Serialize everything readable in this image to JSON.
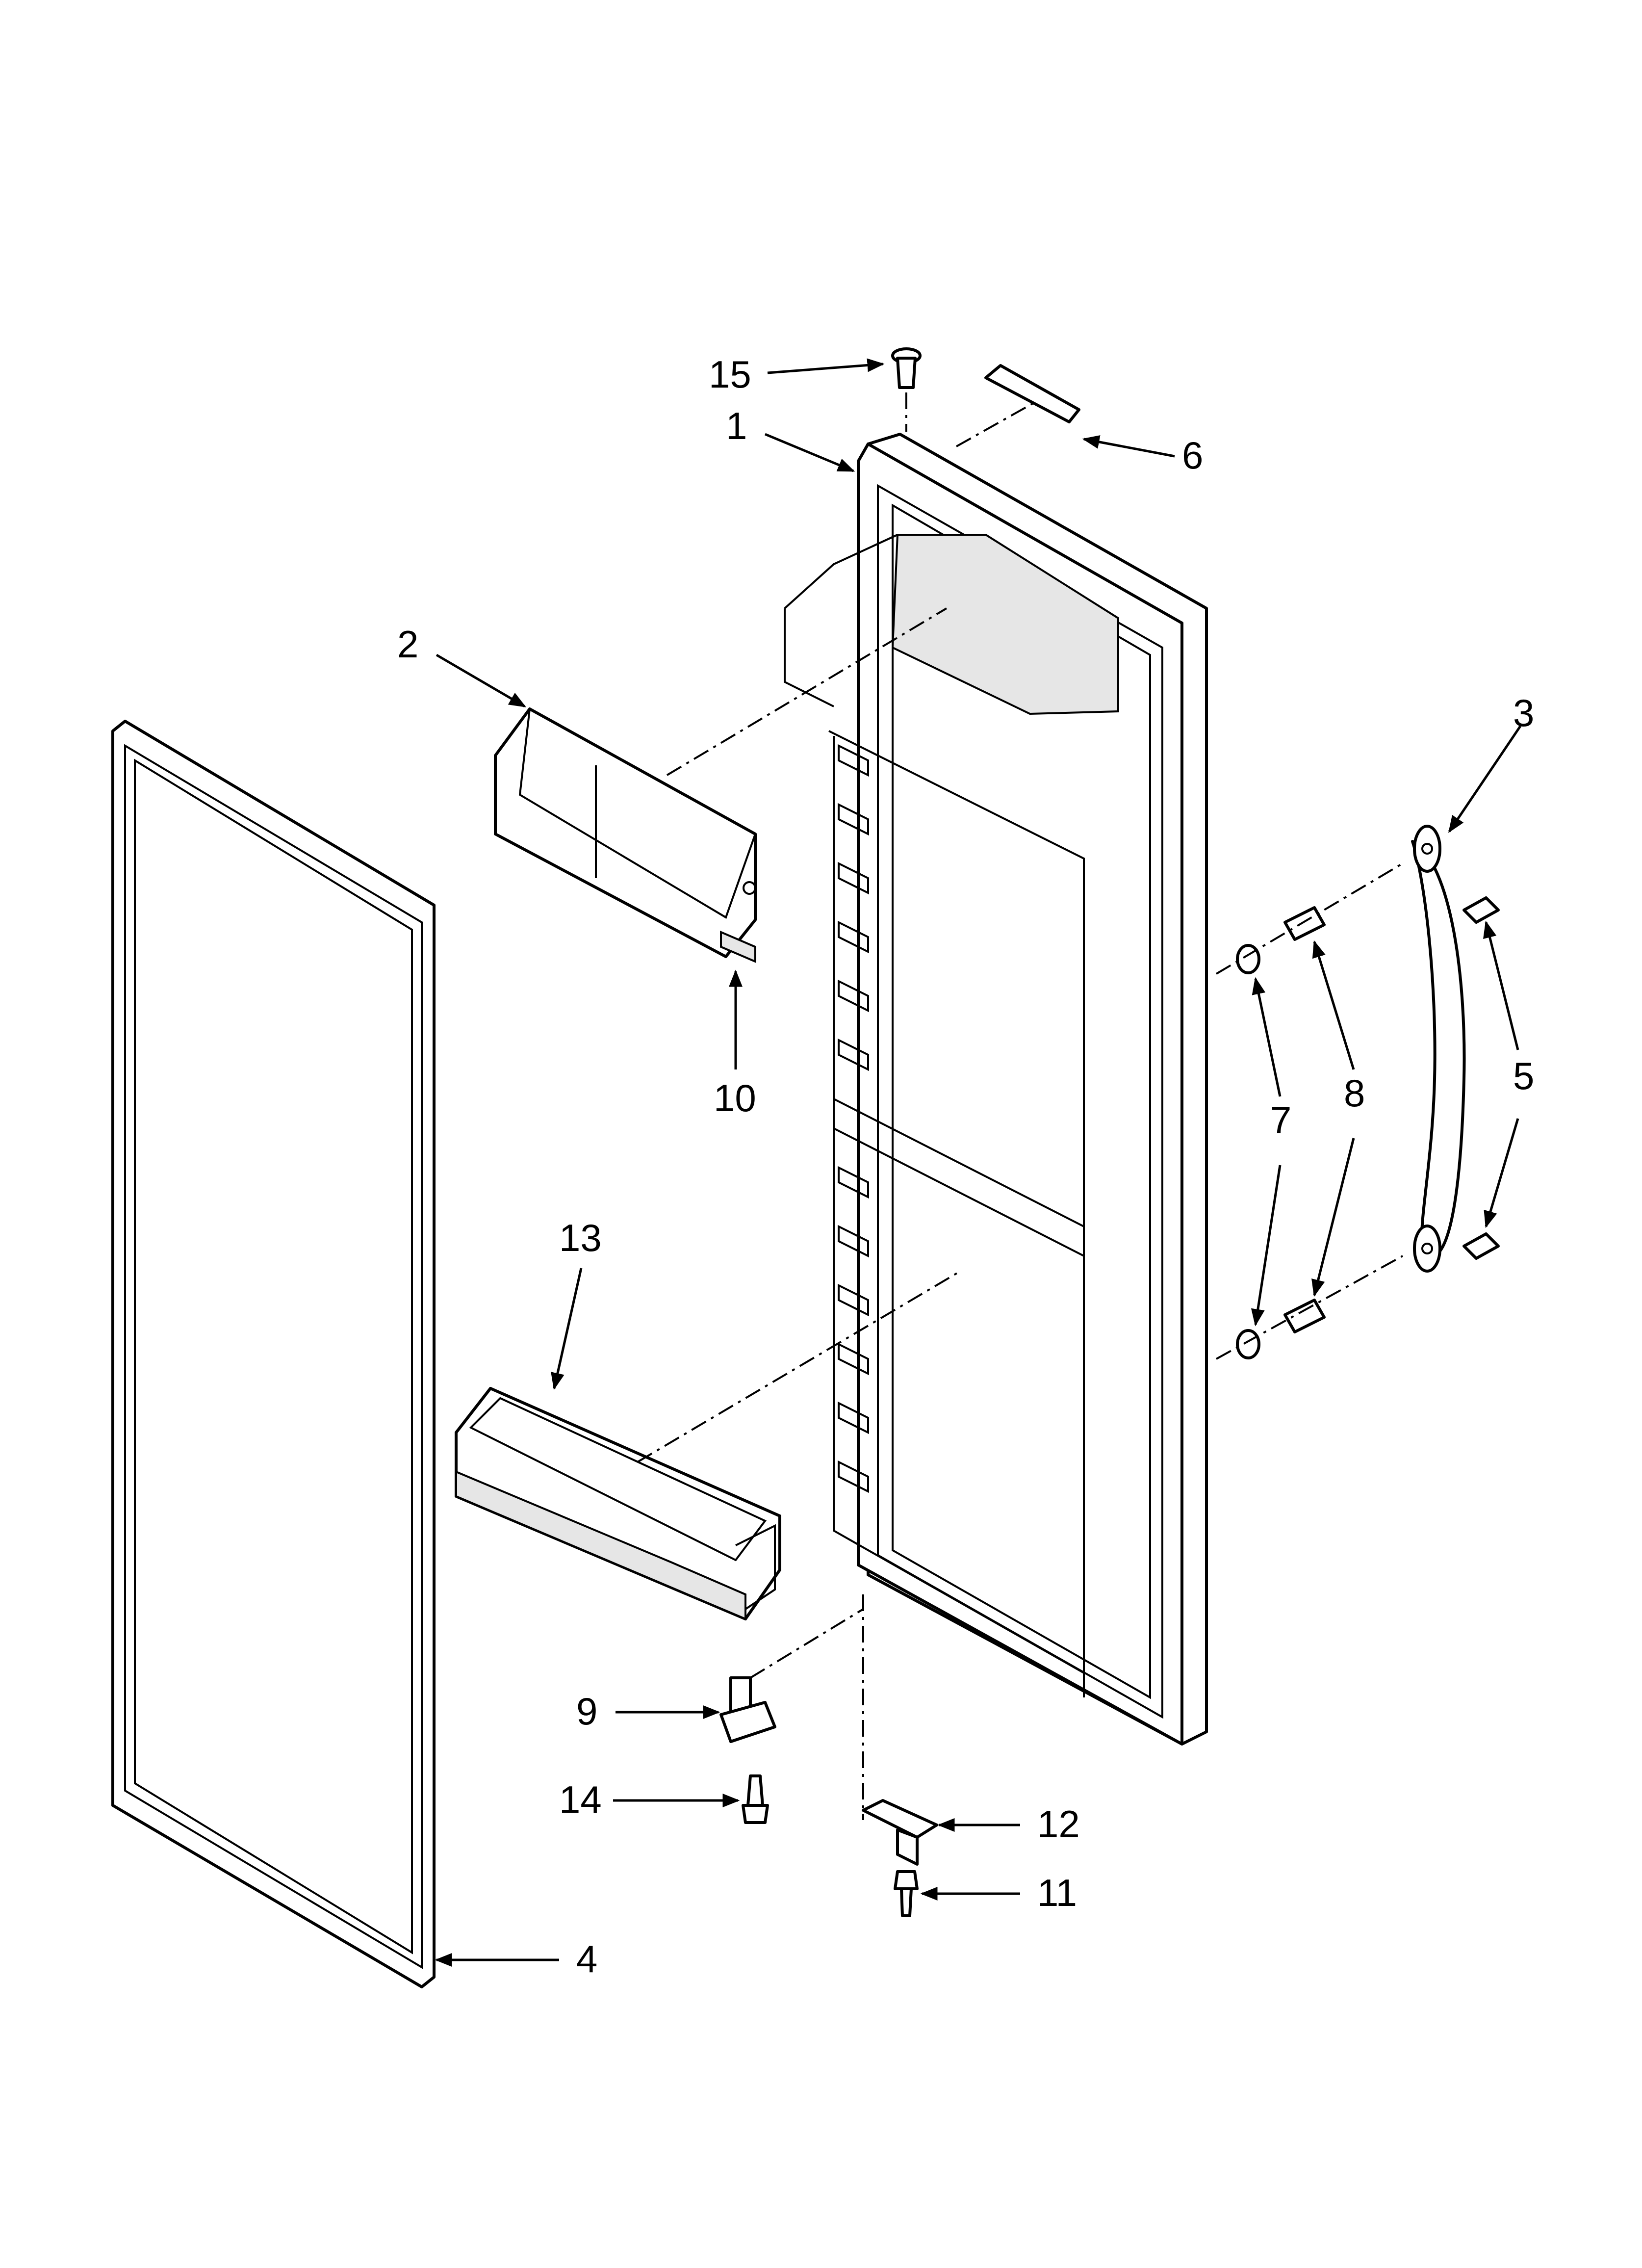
{
  "diagram": {
    "callouts": [
      {
        "id": "c15",
        "label": "15"
      },
      {
        "id": "c1",
        "label": "1"
      },
      {
        "id": "c6",
        "label": "6"
      },
      {
        "id": "c2",
        "label": "2"
      },
      {
        "id": "c3",
        "label": "3"
      },
      {
        "id": "c10",
        "label": "10"
      },
      {
        "id": "c5",
        "label": "5"
      },
      {
        "id": "c8",
        "label": "8"
      },
      {
        "id": "c7",
        "label": "7"
      },
      {
        "id": "c13",
        "label": "13"
      },
      {
        "id": "c9",
        "label": "9"
      },
      {
        "id": "c14",
        "label": "14"
      },
      {
        "id": "c12",
        "label": "12"
      },
      {
        "id": "c11",
        "label": "11"
      },
      {
        "id": "c4",
        "label": "4"
      }
    ]
  }
}
